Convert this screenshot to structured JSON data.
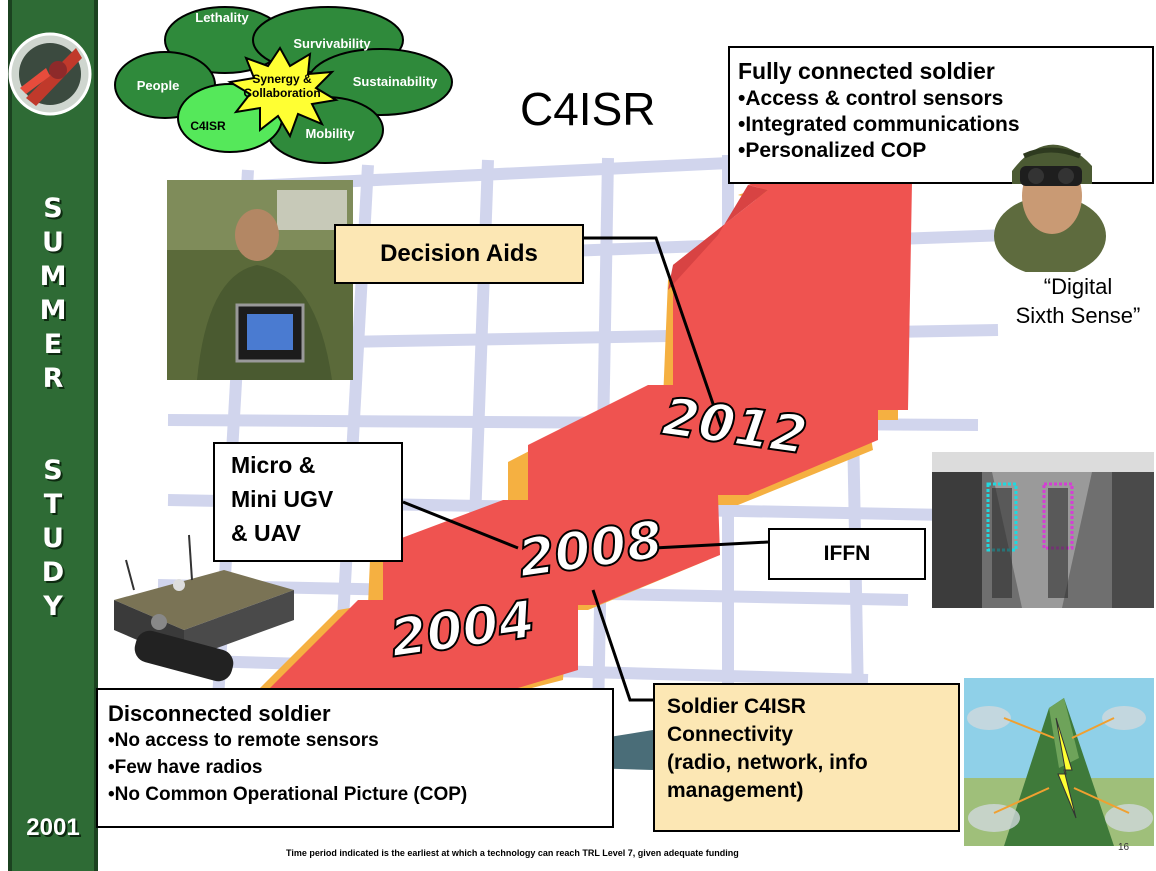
{
  "title": "C4ISR",
  "sidebar": {
    "letters_top": [
      "S",
      "U",
      "M",
      "M",
      "E",
      "R"
    ],
    "letters_bottom": [
      "S",
      "T",
      "U",
      "D",
      "Y"
    ],
    "year": "2001"
  },
  "bubble": {
    "items": [
      "Lethality",
      "Survivability",
      "People",
      "Sustainability",
      "C4ISR",
      "Mobility"
    ],
    "center": "Synergy & Collaboration"
  },
  "fully_connected": {
    "heading": "Fully connected soldier",
    "items": [
      "•Access & control sensors",
      "•Integrated communications",
      "•Personalized COP"
    ]
  },
  "decision_aids": "Decision Aids",
  "micro_box": {
    "lines": [
      "Micro &",
      "Mini UGV",
      "& UAV"
    ]
  },
  "iffn": "IFFN",
  "disconnected": {
    "heading": "Disconnected soldier",
    "items": [
      "•No access to remote sensors",
      "•Few have radios",
      "•No Common Operational Picture (COP)"
    ]
  },
  "soldier_c4isr": {
    "lines": [
      "Soldier C4ISR",
      "Connectivity",
      "(radio, network, info",
      "management)"
    ]
  },
  "digital_sense": {
    "lines": [
      "“Digital",
      "Sixth Sense”"
    ]
  },
  "years": [
    "2004",
    "2008",
    "2012"
  ],
  "footnote": "Time period indicated is the earliest at which a technology can reach TRL Level 7, given adequate funding",
  "page_number": "16",
  "colors": {
    "arrow": "#ef5350",
    "arrow_shadow": "#f5b041",
    "sidebar": "#2e6b35",
    "grid": "#c9cde8",
    "callout_fill": "#fce7b4"
  }
}
